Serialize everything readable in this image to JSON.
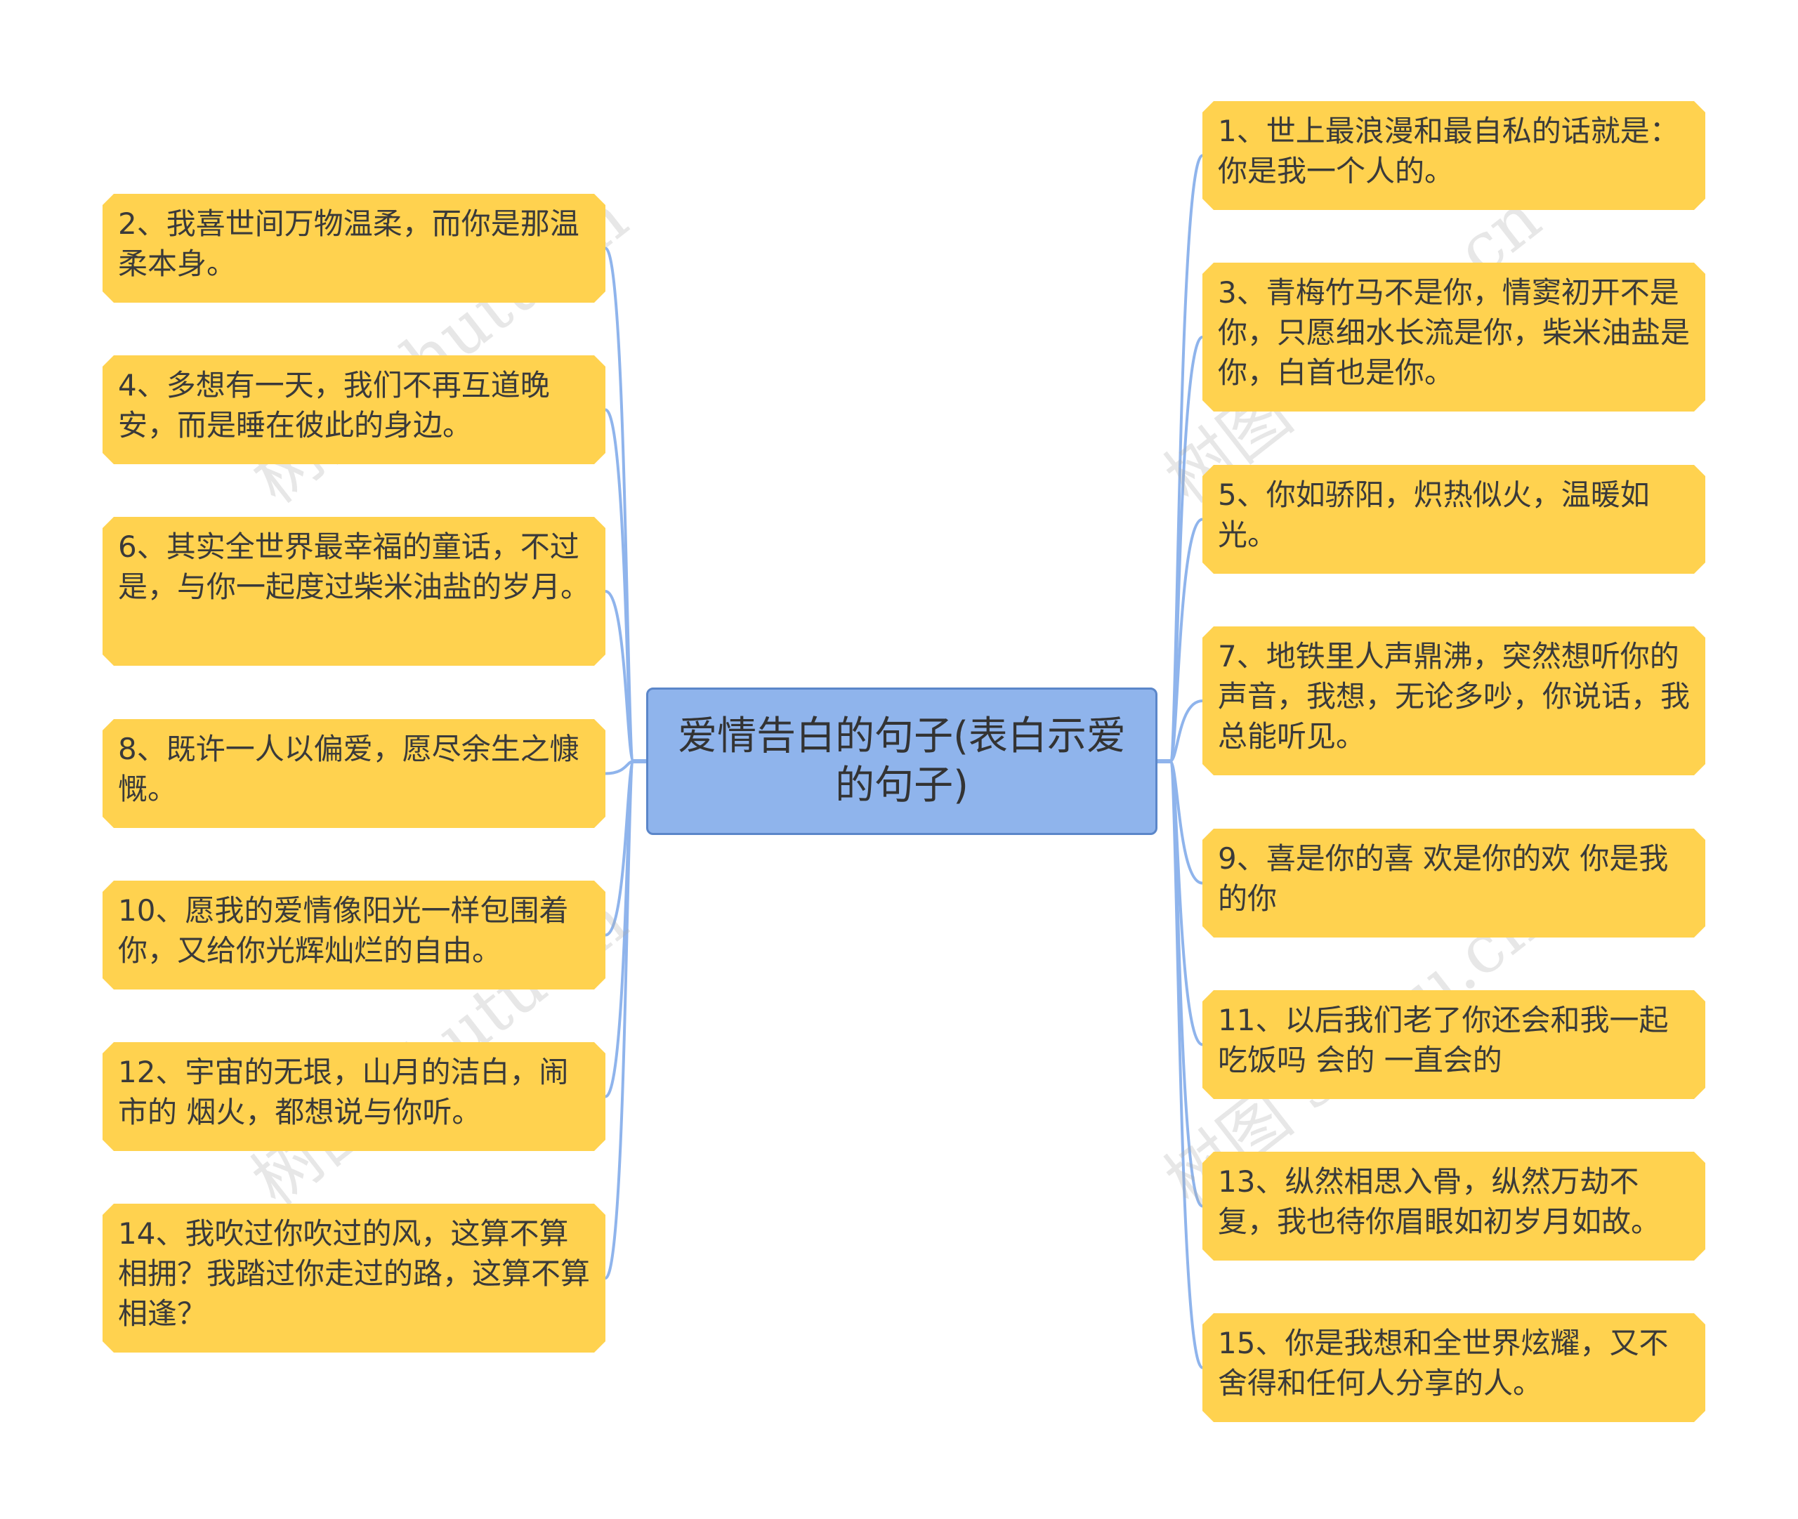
{
  "center": {
    "title": "爱情告白的句子(表白示爱的句子)"
  },
  "left_nodes": [
    {
      "text": "2、我喜世间万物温柔，而你是那温柔本身。"
    },
    {
      "text": "4、多想有一天，我们不再互道晚安，而是睡在彼此的身边。"
    },
    {
      "text": "6、其实全世界最幸福的童话，不过是，与你一起度过柴米油盐的岁月。"
    },
    {
      "text": "8、既许一人以偏爱，愿尽余生之慷慨。"
    },
    {
      "text": "10、愿我的爱情像阳光一样包围着你，又给你光辉灿烂的自由。"
    },
    {
      "text": "12、宇宙的无垠，山月的洁白，闹市的 烟火，都想说与你听。"
    },
    {
      "text": "14、我吹过你吹过的风，这算不算相拥？我踏过你走过的路，这算不算相逢？"
    }
  ],
  "right_nodes": [
    {
      "text": "1、世上最浪漫和最自私的话就是：你是我一个人的。"
    },
    {
      "text": "3、青梅竹马不是你，情窦初开不是你，只愿细水长流是你，柴米油盐是你，白首也是你。"
    },
    {
      "text": "5、你如骄阳，炽热似火，温暖如光。"
    },
    {
      "text": "7、地铁里人声鼎沸，突然想听你的声音，我想，无论多吵，你说话，我总能听见。"
    },
    {
      "text": "9、喜是你的喜 欢是你的欢 你是我的你"
    },
    {
      "text": "11、以后我们老了你还会和我一起吃饭吗 会的 一直会的"
    },
    {
      "text": "13、纵然相思入骨，纵然万劫不复，我也待你眉眼如初岁月如故。"
    },
    {
      "text": "15、你是我想和全世界炫耀，又不舍得和任何人分享的人。"
    }
  ],
  "watermark": {
    "text": "树图 shutu.cn"
  },
  "colors": {
    "node_fill": "#ffd24f",
    "center_fill": "#8fb4ec",
    "center_border": "#5b86c9",
    "link": "#8fb4ec"
  }
}
